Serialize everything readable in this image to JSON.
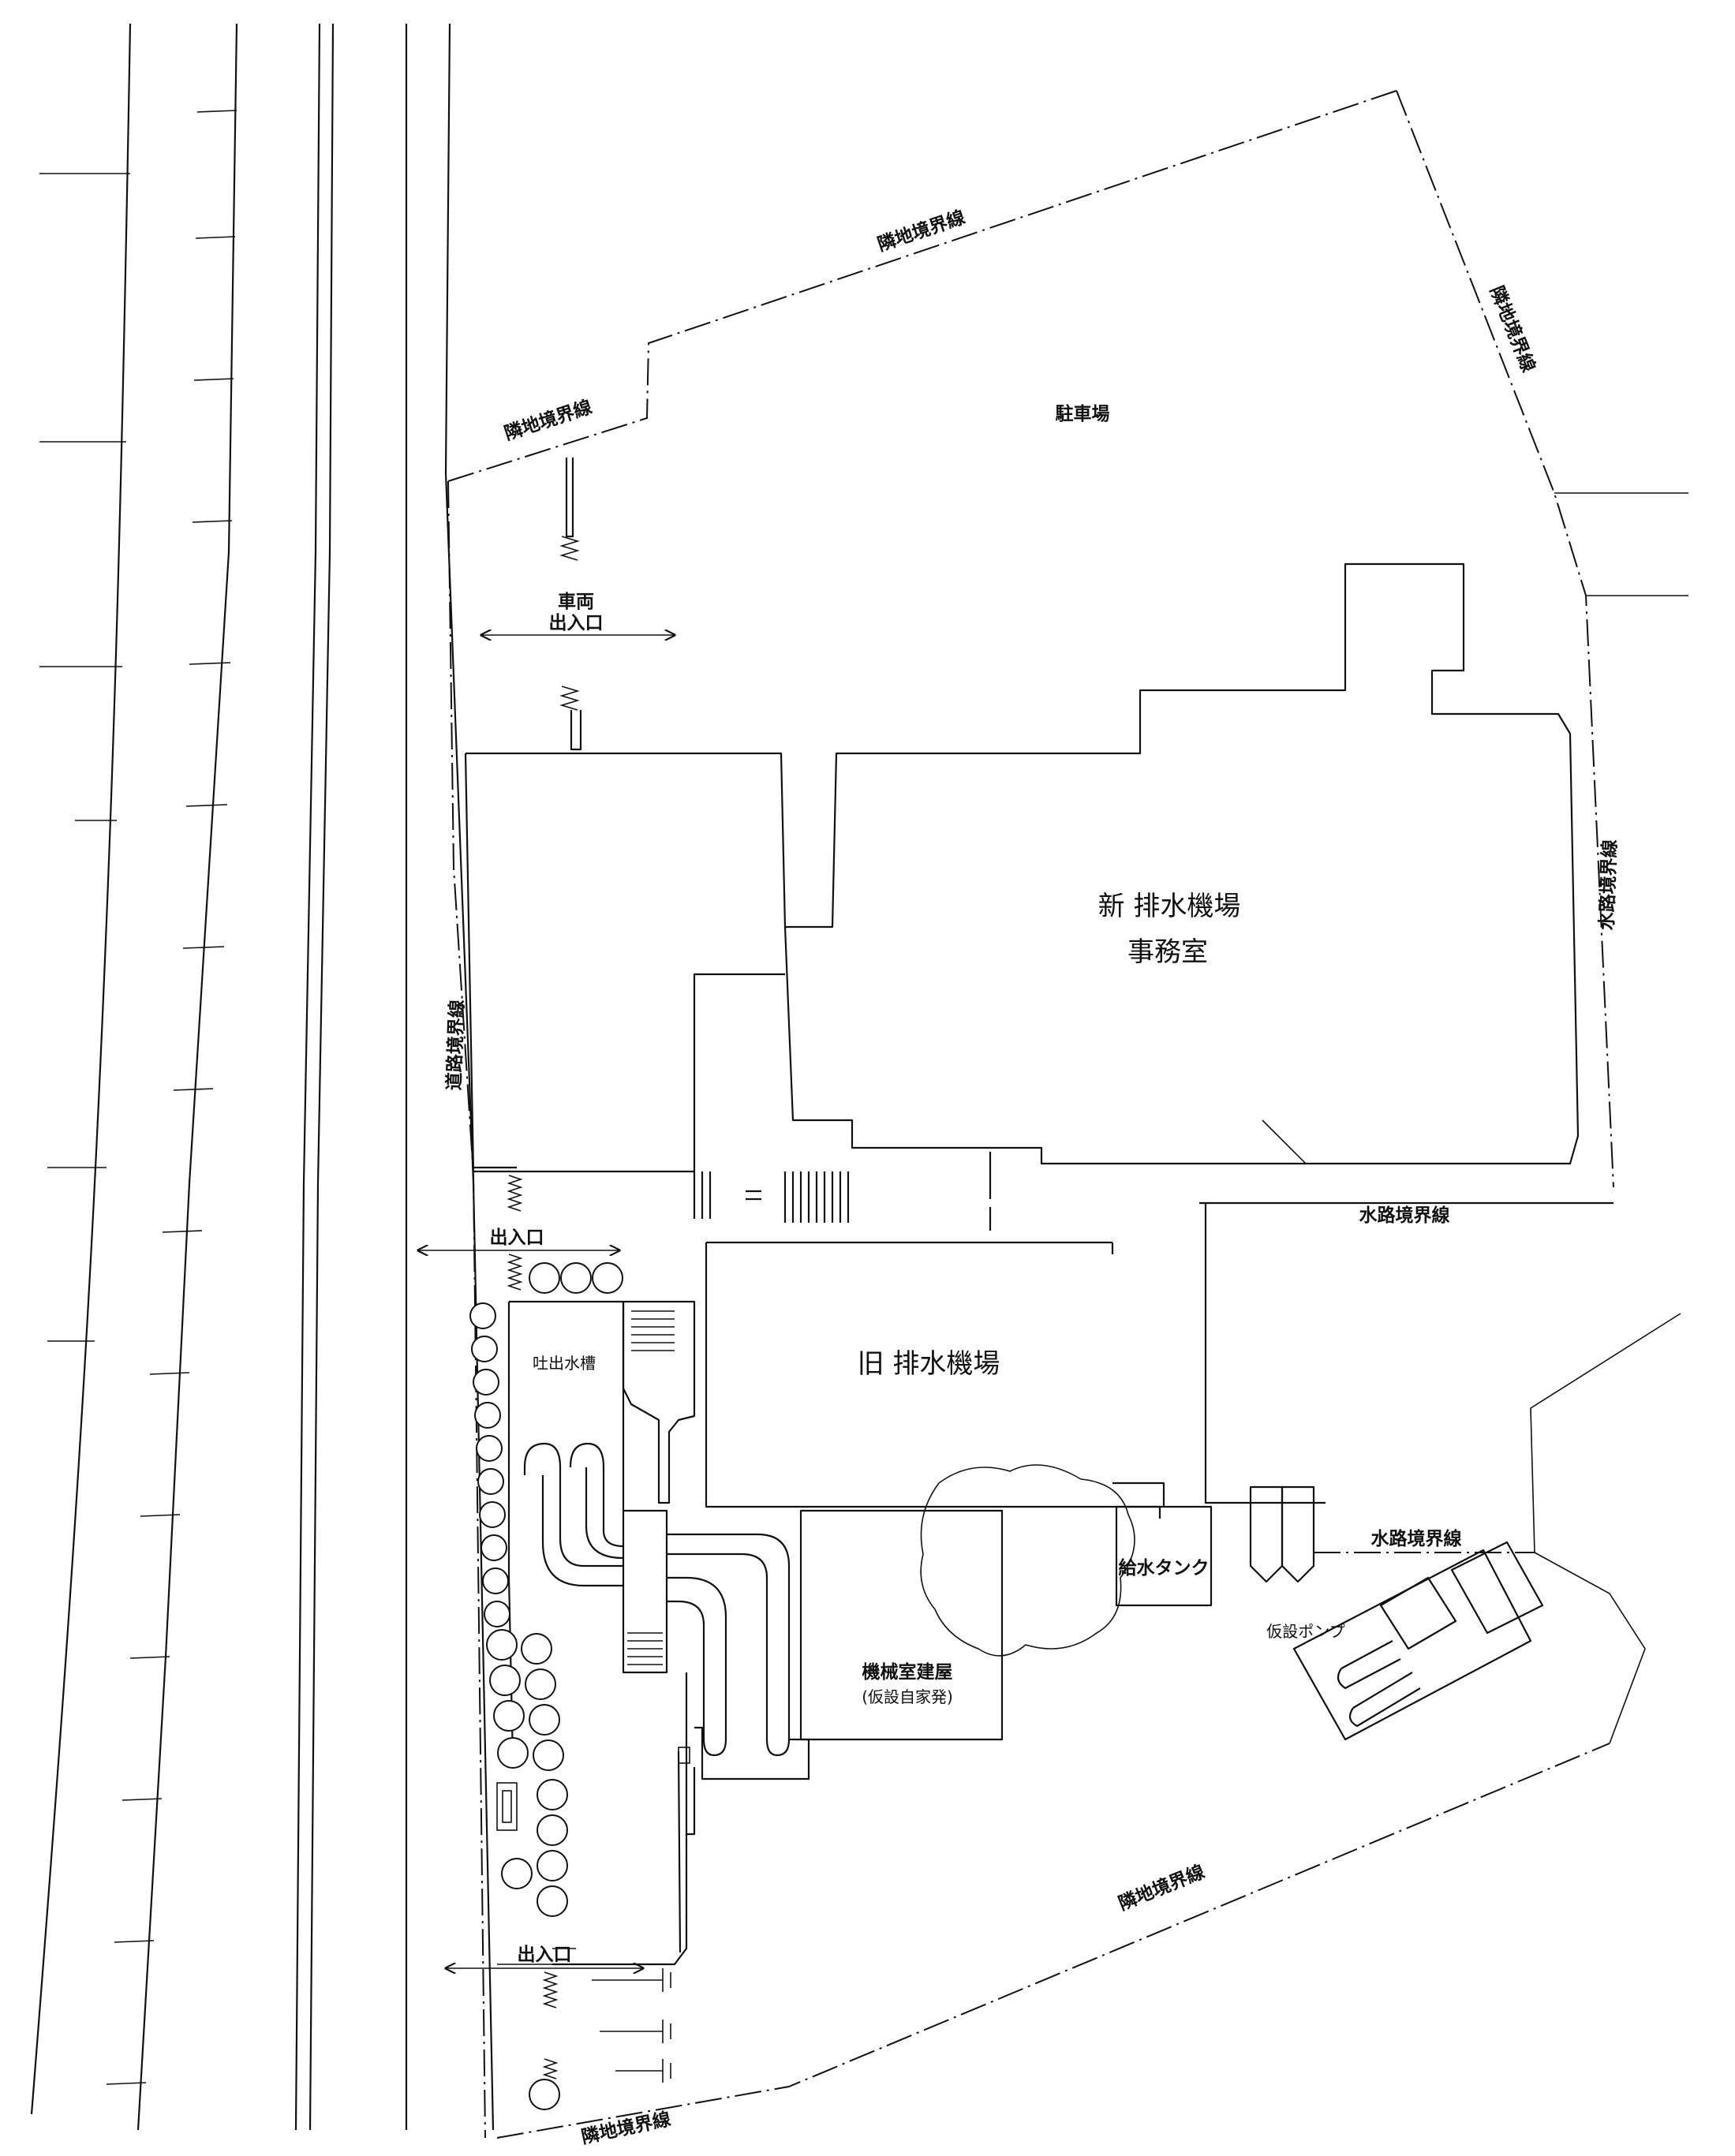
{
  "labels": {
    "parking": "駐車場",
    "new_station_line1": "新  排水機場",
    "new_station_line2": "事務室",
    "old_station": "旧  排水機場",
    "discharge_tank": "吐出水槽",
    "machine_room": "機械室建屋",
    "machine_room_note": "(仮設自家発)",
    "water_tank": "給水タンク",
    "temp_pump": "仮設ポンプ",
    "vehicle_line1": "車両",
    "vehicle_line2": "出入口",
    "entrance_mid": "出入口",
    "entrance_bottom": "出入口",
    "boundary_neighbor_top": "隣地境界線",
    "boundary_neighbor_left": "隣地境界線",
    "boundary_neighbor_right": "隣地境界線",
    "boundary_neighbor_lower": "隣地境界線",
    "boundary_neighbor_bottom": "隣地境界線",
    "boundary_road": "道路境界線",
    "boundary_water_right": "水路境界線",
    "boundary_water_mid": "水路境界線",
    "boundary_water_lower": "水路境界線"
  },
  "colors": {
    "line": "#111111",
    "background": "#ffffff"
  }
}
